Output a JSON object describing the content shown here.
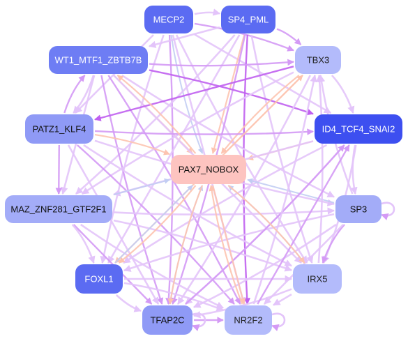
{
  "nodes": [
    {
      "id": "mecp2",
      "label": "MECP2",
      "fill": "#5b6bf2",
      "text_color": "#ffffff"
    },
    {
      "id": "sp4_pml",
      "label": "SP4_PML",
      "fill": "#5b6bf2",
      "text_color": "#ffffff"
    },
    {
      "id": "wt1",
      "label": "WT1_MTF1_ZBTB7B",
      "fill": "#6e7df4",
      "text_color": "#ffffff"
    },
    {
      "id": "tbx3",
      "label": "TBX3",
      "fill": "#b3bbfb",
      "text_color": "#222222"
    },
    {
      "id": "patz1",
      "label": "PATZ1_KLF4",
      "fill": "#8f9af6",
      "text_color": "#111111"
    },
    {
      "id": "id4",
      "label": "ID4_TCF4_SNAI2",
      "fill": "#3d4ff0",
      "text_color": "#ffffff"
    },
    {
      "id": "pax7",
      "label": "PAX7_NOBOX",
      "fill": "#fdc4c0",
      "text_color": "#111111"
    },
    {
      "id": "maz",
      "label": "MAZ_ZNF281_GTF2F1",
      "fill": "#a3acf8",
      "text_color": "#111111"
    },
    {
      "id": "sp3",
      "label": "SP3",
      "fill": "#a3acf8",
      "text_color": "#111111"
    },
    {
      "id": "foxl1",
      "label": "FOXL1",
      "fill": "#5b6bf2",
      "text_color": "#ffffff"
    },
    {
      "id": "irx5",
      "label": "IRX5",
      "fill": "#b3bbfb",
      "text_color": "#222222"
    },
    {
      "id": "tfap2c",
      "label": "TFAP2C",
      "fill": "#8f9af6",
      "text_color": "#111111"
    },
    {
      "id": "nr2f2",
      "label": "NR2F2",
      "fill": "#b3bbfb",
      "text_color": "#222222"
    }
  ],
  "edge_colors": {
    "light_purple": "#e3c4fa",
    "mid_purple": "#d49af5",
    "dark_purple": "#c060f0",
    "peach": "#fdc4b0",
    "blue_grey": "#c2cdf3"
  },
  "edges": [
    [
      "mecp2",
      "tbx3",
      "mid_purple"
    ],
    [
      "mecp2",
      "id4",
      "light_purple"
    ],
    [
      "mecp2",
      "pax7",
      "blue_grey"
    ],
    [
      "mecp2",
      "tfap2c",
      "mid_purple"
    ],
    [
      "mecp2",
      "nr2f2",
      "light_purple"
    ],
    [
      "mecp2",
      "irx5",
      "light_purple"
    ],
    [
      "mecp2",
      "sp4_pml",
      "light_purple"
    ],
    [
      "mecp2",
      "patz1",
      "light_purple"
    ],
    [
      "mecp2",
      "foxl1",
      "light_purple"
    ],
    [
      "sp4_pml",
      "tbx3",
      "mid_purple"
    ],
    [
      "sp4_pml",
      "pax7",
      "peach"
    ],
    [
      "sp4_pml",
      "nr2f2",
      "dark_purple"
    ],
    [
      "sp4_pml",
      "tfap2c",
      "mid_purple"
    ],
    [
      "sp4_pml",
      "wt1",
      "light_purple"
    ],
    [
      "sp4_pml",
      "irx5",
      "light_purple"
    ],
    [
      "sp4_pml",
      "maz",
      "light_purple"
    ],
    [
      "sp4_pml",
      "foxl1",
      "light_purple"
    ],
    [
      "wt1",
      "tbx3",
      "mid_purple"
    ],
    [
      "wt1",
      "id4",
      "dark_purple"
    ],
    [
      "wt1",
      "pax7",
      "peach"
    ],
    [
      "wt1",
      "tfap2c",
      "mid_purple"
    ],
    [
      "wt1",
      "nr2f2",
      "mid_purple"
    ],
    [
      "wt1",
      "irx5",
      "light_purple"
    ],
    [
      "wt1",
      "sp3",
      "light_purple"
    ],
    [
      "wt1",
      "patz1",
      "light_purple"
    ],
    [
      "wt1",
      "maz",
      "light_purple"
    ],
    [
      "tbx3",
      "pax7",
      "peach"
    ],
    [
      "tbx3",
      "id4",
      "light_purple"
    ],
    [
      "tbx3",
      "patz1",
      "dark_purple"
    ],
    [
      "tbx3",
      "maz",
      "light_purple"
    ],
    [
      "tbx3",
      "tfap2c",
      "light_purple"
    ],
    [
      "tbx3",
      "foxl1",
      "peach"
    ],
    [
      "patz1",
      "id4",
      "mid_purple"
    ],
    [
      "patz1",
      "pax7",
      "peach"
    ],
    [
      "patz1",
      "maz",
      "mid_purple"
    ],
    [
      "patz1",
      "irx5",
      "light_purple"
    ],
    [
      "patz1",
      "nr2f2",
      "mid_purple"
    ],
    [
      "patz1",
      "tfap2c",
      "light_purple"
    ],
    [
      "patz1",
      "sp3",
      "light_purple"
    ],
    [
      "patz1",
      "wt1",
      "mid_purple"
    ],
    [
      "id4",
      "pax7",
      "peach"
    ],
    [
      "id4",
      "sp3",
      "light_purple"
    ],
    [
      "id4",
      "irx5",
      "light_purple"
    ],
    [
      "id4",
      "maz",
      "light_purple"
    ],
    [
      "id4",
      "foxl1",
      "light_purple"
    ],
    [
      "id4",
      "tfap2c",
      "light_purple"
    ],
    [
      "maz",
      "pax7",
      "blue_grey"
    ],
    [
      "maz",
      "sp3",
      "light_purple"
    ],
    [
      "maz",
      "irx5",
      "light_purple"
    ],
    [
      "maz",
      "tfap2c",
      "mid_purple"
    ],
    [
      "maz",
      "nr2f2",
      "light_purple"
    ],
    [
      "maz",
      "foxl1",
      "light_purple"
    ],
    [
      "sp3",
      "pax7",
      "blue_grey"
    ],
    [
      "sp3",
      "irx5",
      "mid_purple"
    ],
    [
      "sp3",
      "tfap2c",
      "light_purple"
    ],
    [
      "sp3",
      "nr2f2",
      "light_purple"
    ],
    [
      "sp3",
      "foxl1",
      "light_purple"
    ],
    [
      "sp3",
      "tbx3",
      "light_purple"
    ],
    [
      "foxl1",
      "pax7",
      "blue_grey"
    ],
    [
      "foxl1",
      "tfap2c",
      "light_purple"
    ],
    [
      "foxl1",
      "nr2f2",
      "light_purple"
    ],
    [
      "foxl1",
      "irx5",
      "light_purple"
    ],
    [
      "irx5",
      "pax7",
      "blue_grey"
    ],
    [
      "irx5",
      "tfap2c",
      "light_purple"
    ],
    [
      "irx5",
      "nr2f2",
      "light_purple"
    ],
    [
      "irx5",
      "tbx3",
      "light_purple"
    ],
    [
      "tfap2c",
      "pax7",
      "blue_grey"
    ],
    [
      "tfap2c",
      "nr2f2",
      "mid_purple"
    ],
    [
      "tfap2c",
      "id4",
      "mid_purple"
    ],
    [
      "nr2f2",
      "pax7",
      "peach"
    ],
    [
      "nr2f2",
      "id4",
      "mid_purple"
    ],
    [
      "nr2f2",
      "tbx3",
      "light_purple"
    ],
    [
      "pax7",
      "irx5",
      "peach"
    ],
    [
      "pax7",
      "nr2f2",
      "peach"
    ],
    [
      "pax7",
      "tfap2c",
      "peach"
    ],
    [
      "pax7",
      "foxl1",
      "peach"
    ],
    [
      "pax7",
      "tbx3",
      "peach"
    ],
    [
      "pax7",
      "wt1",
      "peach"
    ]
  ],
  "self_loops": [
    "sp3",
    "tfap2c",
    "nr2f2"
  ]
}
